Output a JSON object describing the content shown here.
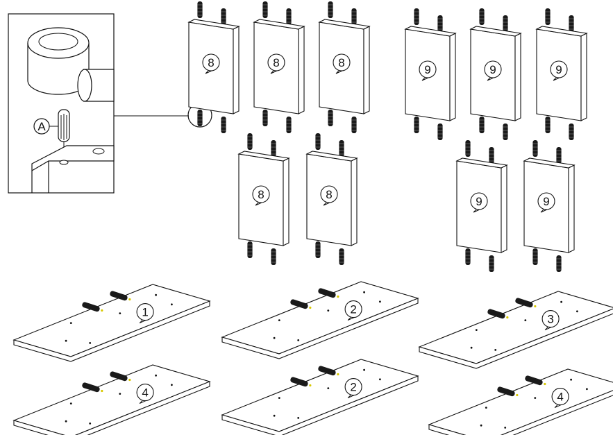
{
  "diagram": {
    "detail": {
      "label": "A",
      "icons": [
        "mallet-icon",
        "dowel-icon",
        "panel-hole-icon"
      ]
    },
    "panels": [
      {
        "label": "8"
      },
      {
        "label": "8"
      },
      {
        "label": "8"
      },
      {
        "label": "9"
      },
      {
        "label": "9"
      },
      {
        "label": "9"
      },
      {
        "label": "8"
      },
      {
        "label": "8"
      },
      {
        "label": "9"
      },
      {
        "label": "9"
      }
    ],
    "boards": [
      {
        "label": "1"
      },
      {
        "label": "2"
      },
      {
        "label": "3"
      },
      {
        "label": "4"
      },
      {
        "label": "2"
      },
      {
        "label": "4"
      }
    ],
    "colors": {
      "line": "#111111",
      "dowel": "#1a1a1a",
      "accent": "#d8c800"
    }
  }
}
